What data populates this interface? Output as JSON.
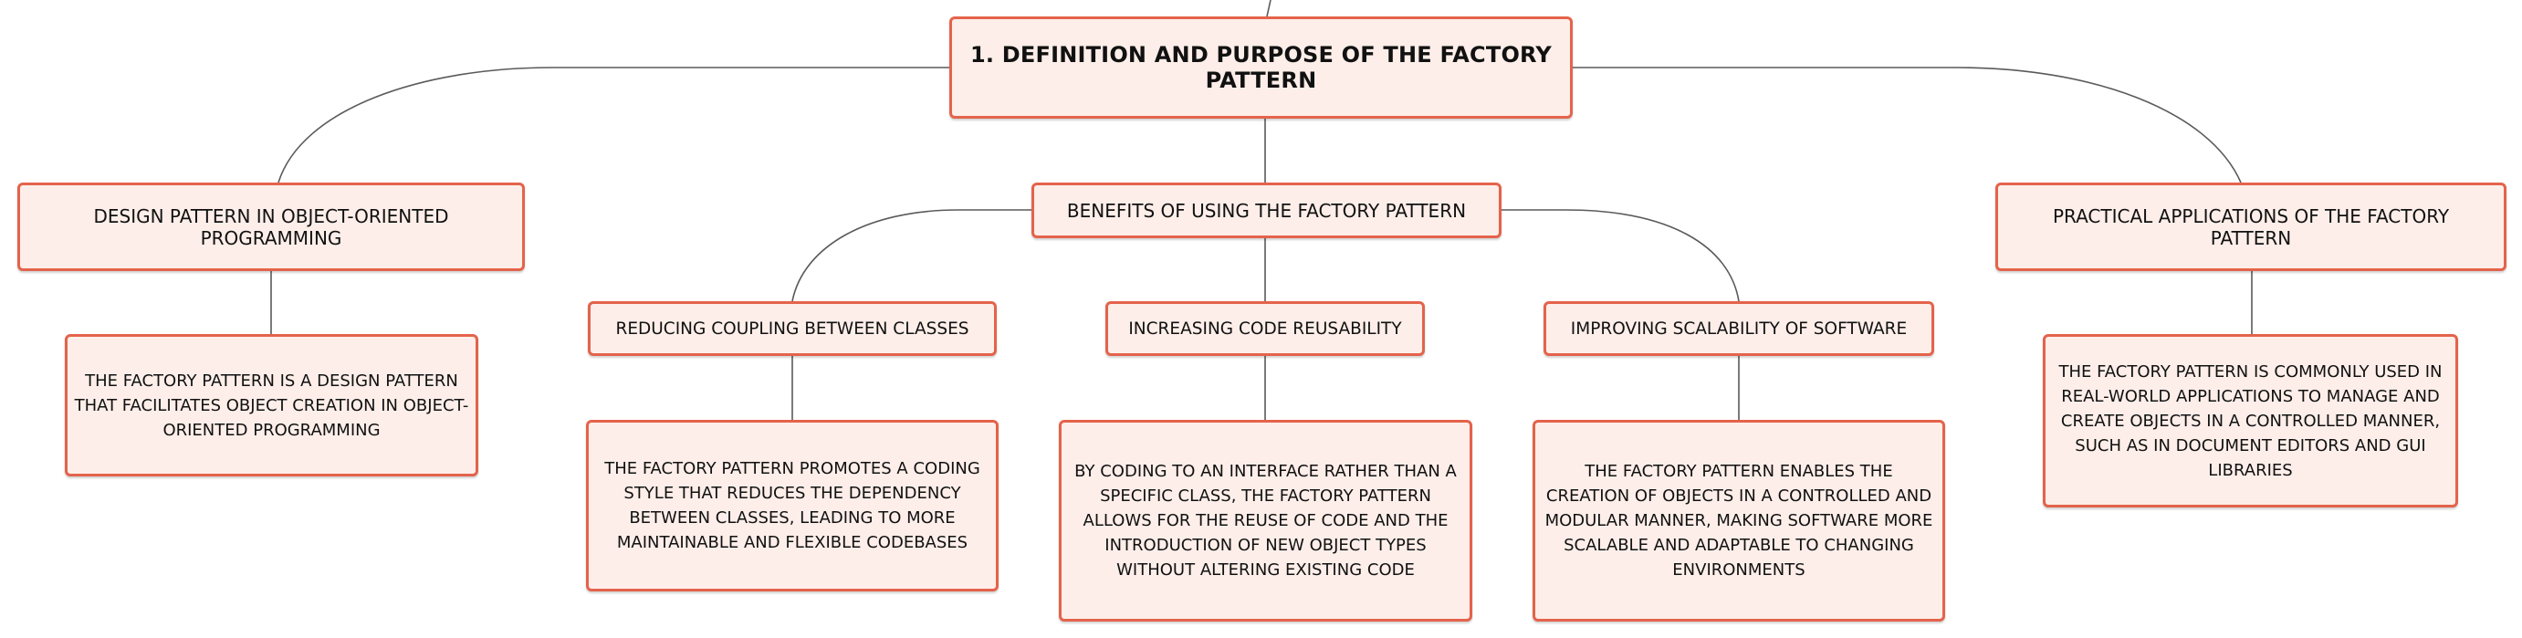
{
  "colors": {
    "node_fill": "#fdeee9",
    "node_border": "#e4634b",
    "connector": "#5a5a5a"
  },
  "mindmap": {
    "root": {
      "label": "1. DEFINITION AND PURPOSE OF THE FACTORY PATTERN"
    },
    "branches": {
      "design_pattern": {
        "label": "DESIGN PATTERN IN OBJECT-ORIENTED PROGRAMMING",
        "description": "THE FACTORY PATTERN IS A DESIGN PATTERN THAT FACILITATES OBJECT CREATION IN OBJECT-ORIENTED PROGRAMMING"
      },
      "benefits": {
        "label": "BENEFITS OF USING THE FACTORY PATTERN",
        "children": [
          {
            "label": "REDUCING COUPLING BETWEEN CLASSES",
            "description": "THE FACTORY PATTERN PROMOTES A CODING STYLE THAT REDUCES THE DEPENDENCY BETWEEN CLASSES, LEADING TO MORE MAINTAINABLE AND FLEXIBLE CODEBASES"
          },
          {
            "label": "INCREASING CODE REUSABILITY",
            "description": "BY CODING TO AN INTERFACE RATHER THAN A SPECIFIC CLASS, THE FACTORY PATTERN ALLOWS FOR THE REUSE OF CODE AND THE INTRODUCTION OF NEW OBJECT TYPES WITHOUT ALTERING EXISTING CODE"
          },
          {
            "label": "IMPROVING SCALABILITY OF SOFTWARE",
            "description": "THE FACTORY PATTERN ENABLES THE CREATION OF OBJECTS IN A CONTROLLED AND MODULAR MANNER, MAKING SOFTWARE MORE SCALABLE AND ADAPTABLE TO CHANGING ENVIRONMENTS"
          }
        ]
      },
      "practical": {
        "label": "PRACTICAL APPLICATIONS OF THE FACTORY PATTERN",
        "description": "THE FACTORY PATTERN IS COMMONLY USED IN REAL-WORLD APPLICATIONS TO MANAGE AND CREATE OBJECTS IN A CONTROLLED MANNER, SUCH AS IN DOCUMENT EDITORS AND GUI LIBRARIES"
      }
    }
  }
}
